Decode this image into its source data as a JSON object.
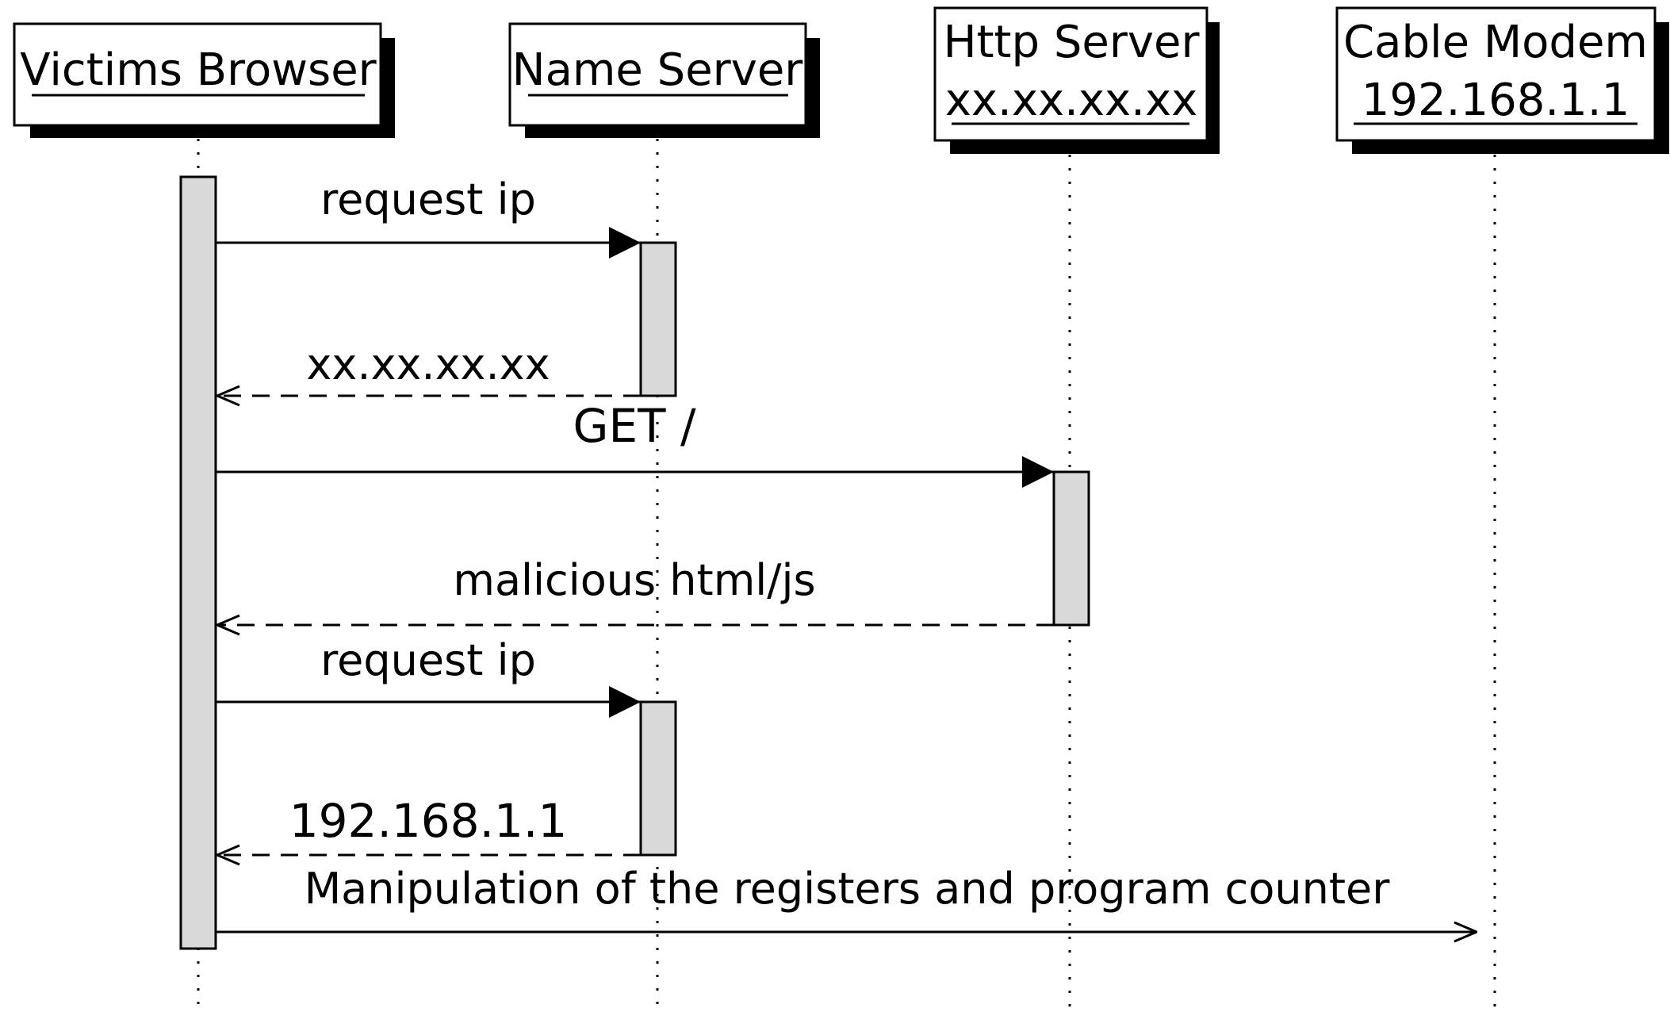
{
  "participants": [
    {
      "name": "Victims Browser",
      "address": ""
    },
    {
      "name": "Name Server",
      "address": ""
    },
    {
      "name": "Http Server",
      "address": "xx.xx.xx.xx"
    },
    {
      "name": "Cable Modem",
      "address": "192.168.1.1"
    }
  ],
  "messages": [
    {
      "label": "request ip",
      "from": "Victims Browser",
      "to": "Name Server",
      "style": "call"
    },
    {
      "label": "xx.xx.xx.xx",
      "from": "Name Server",
      "to": "Victims Browser",
      "style": "return"
    },
    {
      "label": "GET /",
      "from": "Victims Browser",
      "to": "Http Server",
      "style": "call"
    },
    {
      "label": "malicious html/js",
      "from": "Http Server",
      "to": "Victims Browser",
      "style": "return"
    },
    {
      "label": "request ip",
      "from": "Victims Browser",
      "to": "Name Server",
      "style": "call"
    },
    {
      "label": "192.168.1.1",
      "from": "Name Server",
      "to": "Victims Browser",
      "style": "return"
    },
    {
      "label": "Manipulation of the registers and program counter",
      "from": "Victims Browser",
      "to": "Cable Modem",
      "style": "async"
    }
  ],
  "colors": {
    "line": "#000000",
    "box_fill": "#ffffff",
    "shadow": "#000000",
    "activation_fill": "#d9d9d9"
  }
}
